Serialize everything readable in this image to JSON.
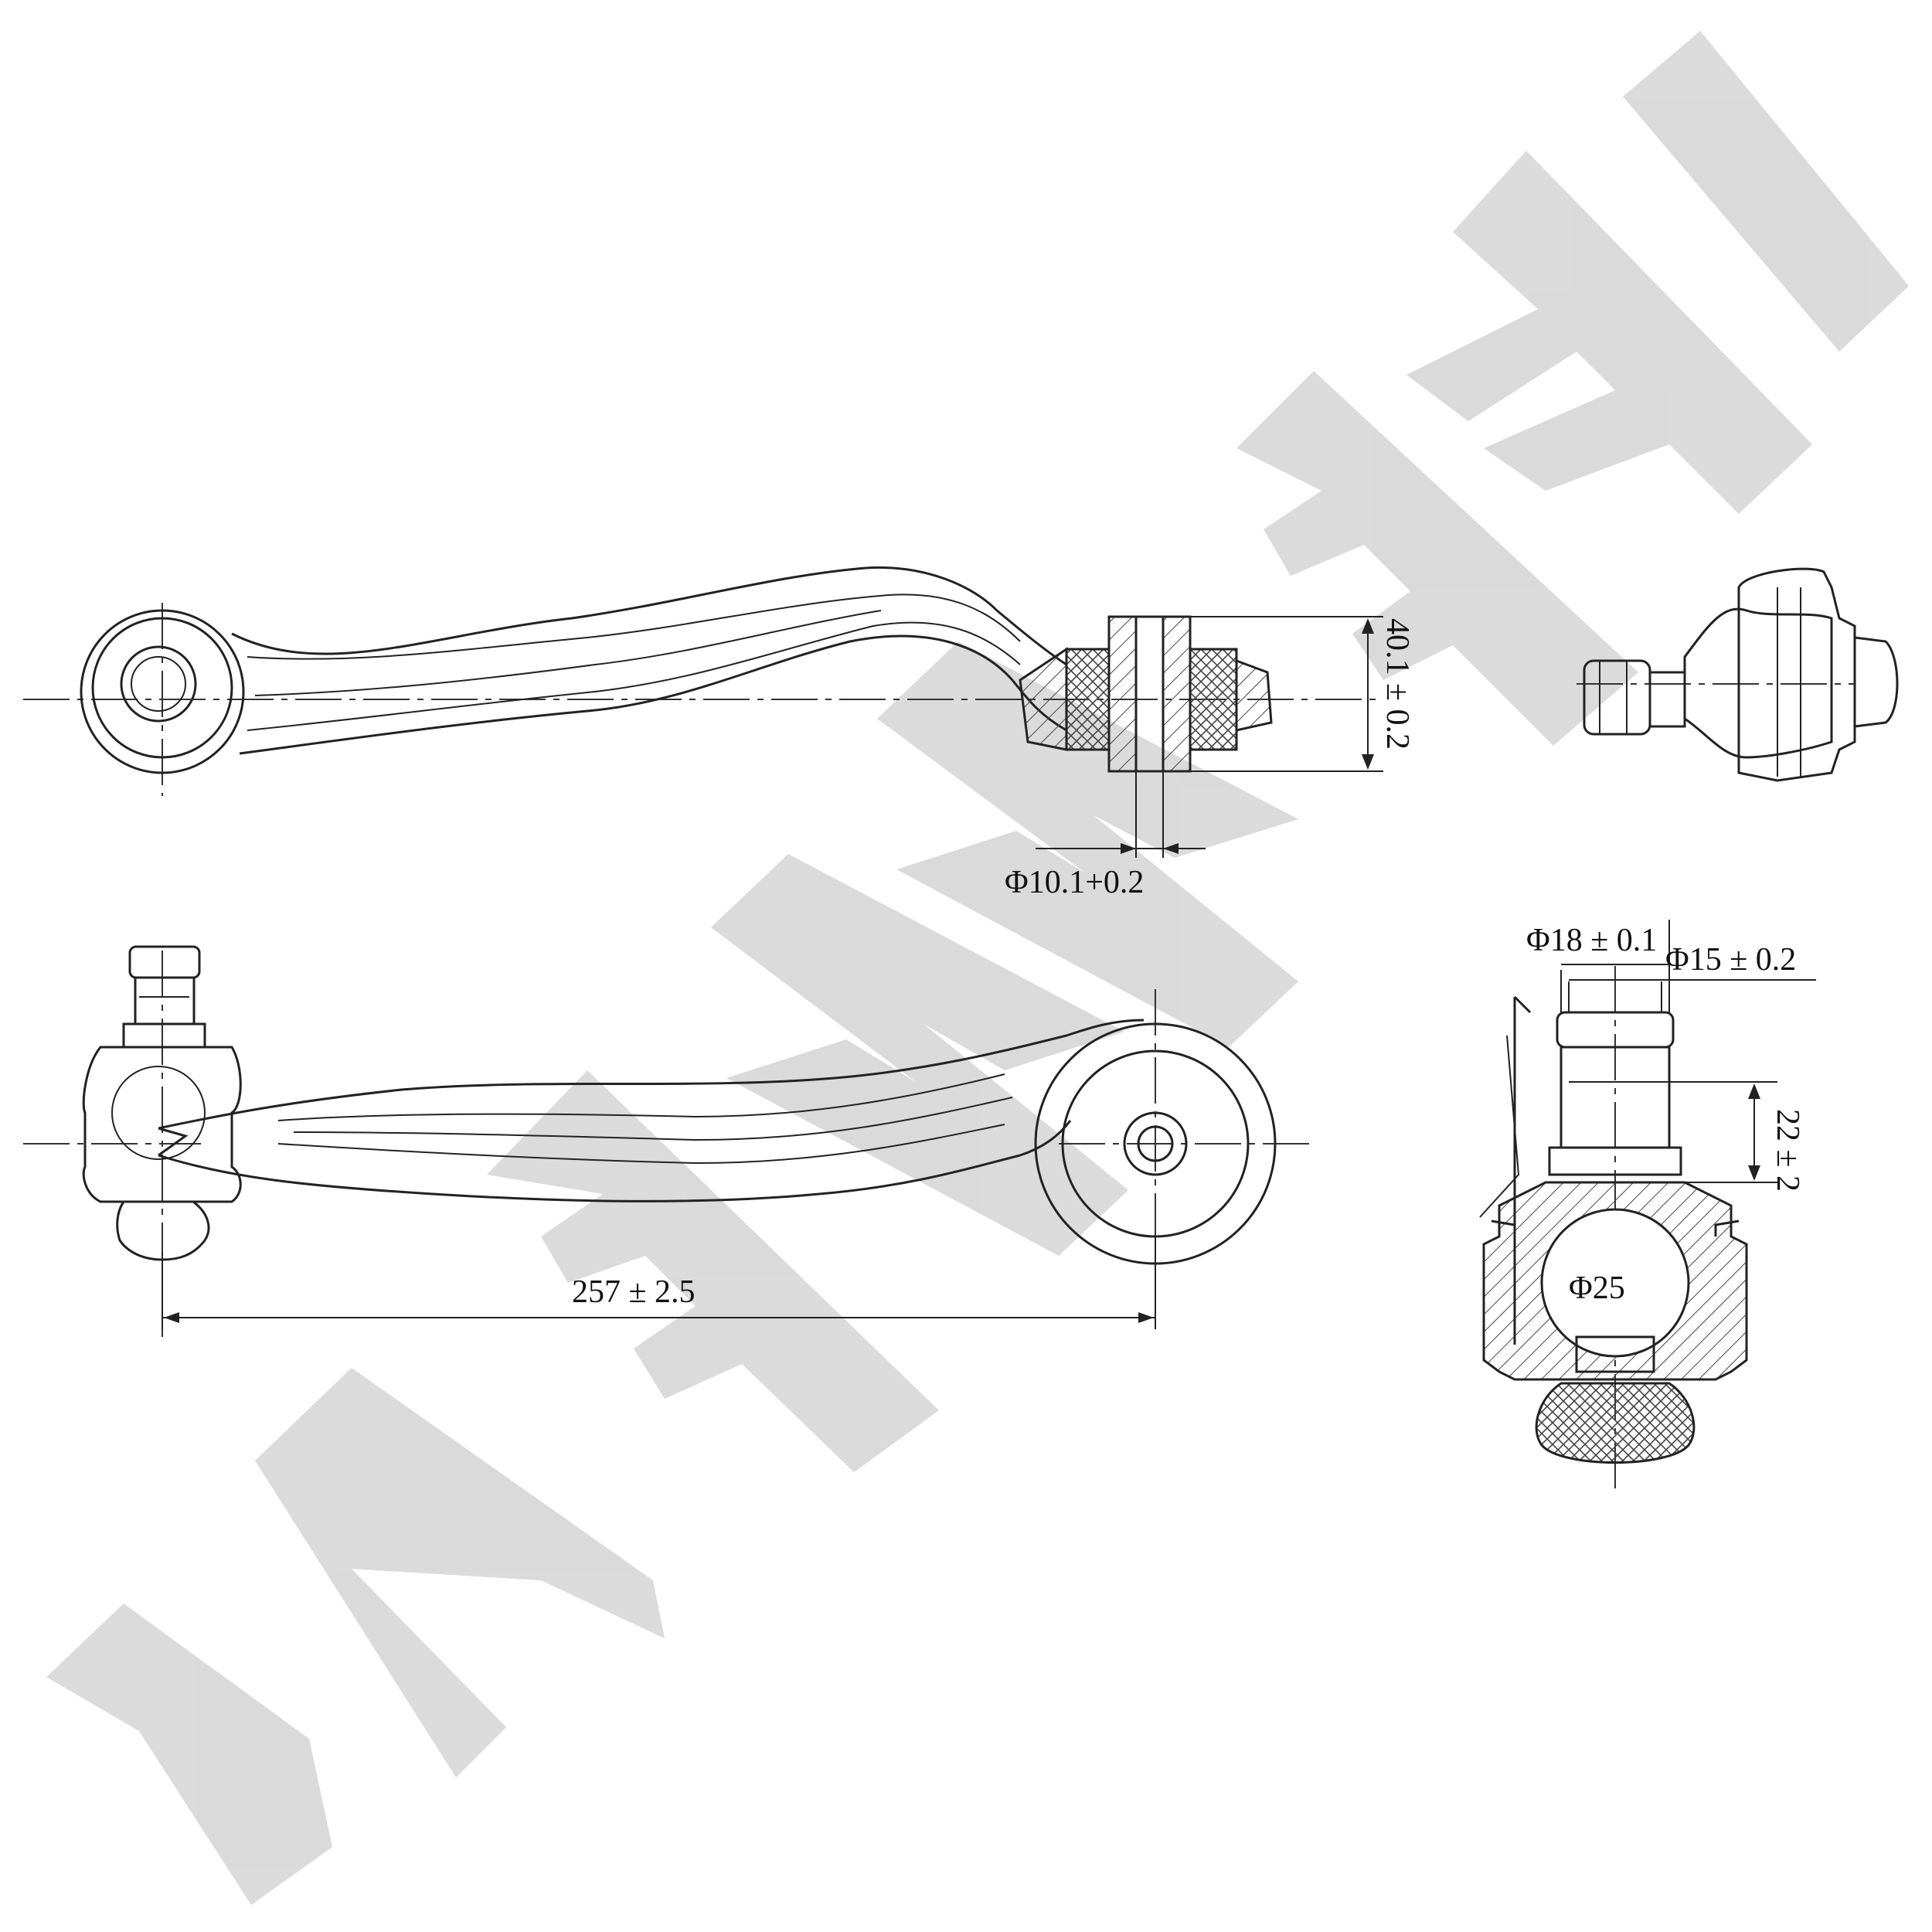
{
  "watermark": {
    "text": "ZENNEK",
    "color": "#d9d9d9"
  },
  "dimensions": {
    "bushing_height": "40.1 ± 0.2",
    "bushing_bore": "Φ10.1+0.2",
    "arm_length": "257 ± 2.5",
    "stud_diameter_major": "Φ18 ± 0.1",
    "stud_diameter_minor": "Φ15 ± 0.2",
    "stud_height": "22 ± 2",
    "ball_diameter": "Φ25"
  },
  "colors": {
    "line": "#222222",
    "hatch": "#444444",
    "background": "#ffffff"
  }
}
